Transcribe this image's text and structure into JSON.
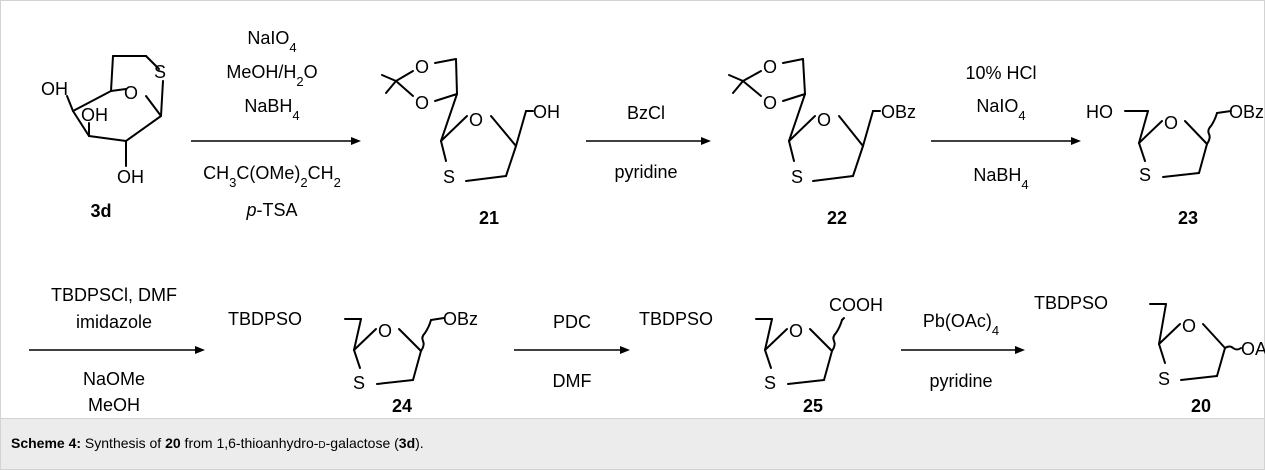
{
  "compounds": {
    "c3d": "3d",
    "c21": "21",
    "c22": "22",
    "c23": "23",
    "c24": "24",
    "c25": "25",
    "c20": "20"
  },
  "atoms": {
    "S": "S",
    "O": "O",
    "OH": "OH",
    "HO": "HO",
    "OBz": "OBz",
    "TBDPSO": "TBDPSO",
    "COOH": "COOH",
    "OAc": "OAc"
  },
  "steps": {
    "step1": {
      "line1": "NaIO",
      "line1_sub": "4",
      "line2a": "MeOH/H",
      "line2_sub": "2",
      "line2b": "O",
      "line3": "NaBH",
      "line3_sub": "4",
      "line4a": "CH",
      "line4_sub1": "3",
      "line4b": "C(OMe)",
      "line4_sub2": "2",
      "line4c": "CH",
      "line4_sub3": "2",
      "line5a": "p",
      "line5b": "-TSA"
    },
    "step2": {
      "line1": "BzCl",
      "line2": "pyridine"
    },
    "step3": {
      "line1": "10% HCl",
      "line2": "NaIO",
      "line2_sub": "4",
      "line3": "NaBH",
      "line3_sub": "4"
    },
    "step4": {
      "line1": "TBDPSCl, DMF",
      "line2": "imidazole",
      "line3": "NaOMe",
      "line4": "MeOH"
    },
    "step5": {
      "line1": "PDC",
      "line2": "DMF"
    },
    "step6": {
      "line1": "Pb(OAc)",
      "line1_sub": "4",
      "line2": "pyridine"
    }
  },
  "caption": {
    "label": "Scheme 4:",
    "text1": " Synthesis of ",
    "bold1": "20",
    "text2": " from 1,6-thioanhydro-",
    "sc": "d",
    "text3": "-galactose (",
    "bold2": "3d",
    "text4": ")."
  }
}
